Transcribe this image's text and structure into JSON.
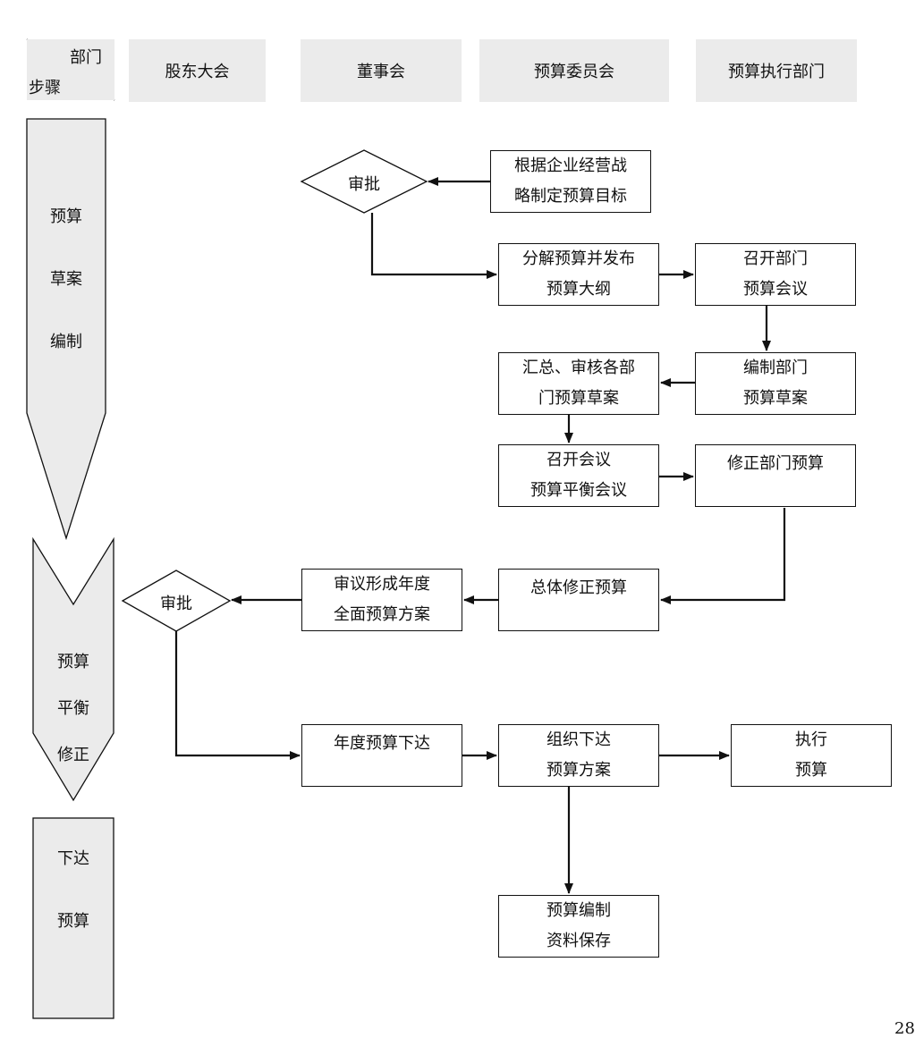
{
  "header": {
    "corner_top": "部门",
    "corner_bottom": "步骤",
    "columns": [
      "股东大会",
      "董事会",
      "预算委员会",
      "预算执行部门"
    ]
  },
  "stages": [
    {
      "lines": [
        "预算",
        "草案",
        "编制"
      ]
    },
    {
      "lines": [
        "预算",
        "平衡",
        "修正"
      ]
    },
    {
      "lines": [
        "下达",
        "预算"
      ]
    }
  ],
  "nodes": {
    "set_target": [
      "根据企业经营战",
      "略制定预算目标"
    ],
    "approve_board": "审批",
    "decompose": [
      "分解预算并发布",
      "预算大纲"
    ],
    "dept_meeting": [
      "召开部门",
      "预算会议"
    ],
    "dept_draft": [
      "编制部门",
      "预算草案"
    ],
    "summarize": [
      "汇总、审核各部",
      "门预算草案"
    ],
    "balance_meeting": [
      "召开会议",
      "预算平衡会议"
    ],
    "revise_dept": [
      "修正部门预算"
    ],
    "overall_revise": [
      "总体修正预算"
    ],
    "annual_plan": [
      "审议形成年度",
      "全面预算方案"
    ],
    "approve_shareholders": "审批",
    "annual_issue": [
      "年度预算下达"
    ],
    "organize_issue": [
      "组织下达",
      "预算方案"
    ],
    "execute": [
      "执行",
      "预算"
    ],
    "archive": [
      "预算编制",
      "资料保存"
    ]
  },
  "page_number": "28"
}
